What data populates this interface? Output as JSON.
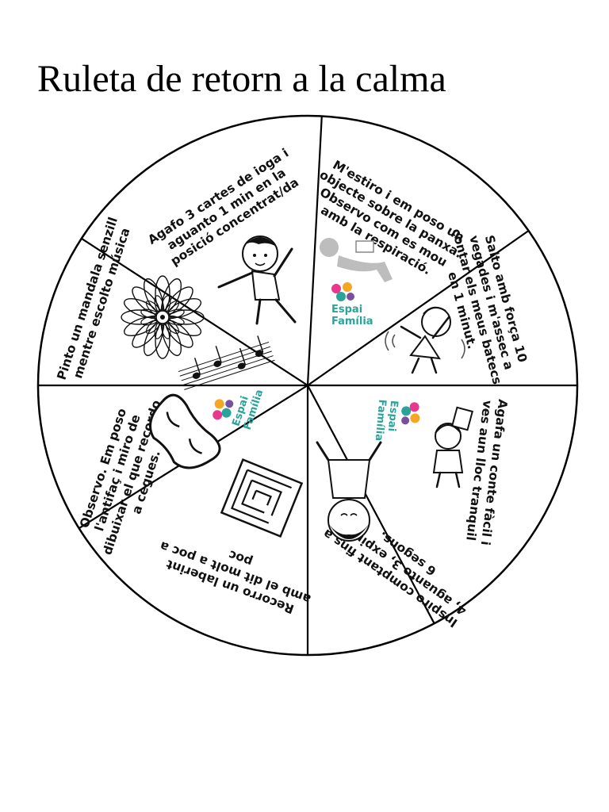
{
  "title": "Ruleta de retorn a la calma",
  "brand": {
    "line1": "Espai",
    "line2": "Família",
    "colors": [
      "#e8378c",
      "#f5a623",
      "#2aa39a",
      "#7b4fa0"
    ]
  },
  "segments": [
    {
      "id": "yoga",
      "icon": "yoga-child-icon",
      "lines": [
        "Agafo 3 cartes de ioga i",
        "aguanto 1 min en la",
        "posició concentrat/da"
      ]
    },
    {
      "id": "breathing",
      "icon": "lying-person-icon",
      "lines": [
        "M'estiro i em poso un",
        "objecte sobre la panxa.",
        "Observo com es mou",
        "amb la respiració."
      ]
    },
    {
      "id": "jump",
      "icon": "jumping-child-icon",
      "lines": [
        "Salto amb força 10",
        "vegades i m'assec a",
        "contar els meus batecs",
        "en 1 minut."
      ]
    },
    {
      "id": "story",
      "icon": "reading-child-icon",
      "lines": [
        "Agafa un conte fàcil i",
        "ves aun lloc tranquil"
      ]
    },
    {
      "id": "counting",
      "icon": "child-face-icon",
      "lines": [
        "Inspiro comptant fins a",
        "4, aguanto 3, expiro en",
        "6 segons."
      ]
    },
    {
      "id": "maze",
      "icon": "maze-icon",
      "lines": [
        "Recorro un laberint",
        "amb el dit molt a poc a",
        "poc"
      ]
    },
    {
      "id": "mask",
      "icon": "sleep-mask-icon",
      "lines": [
        "Observo. Em poso",
        "l'antifaç i miro de",
        "dibuixar el que recordo",
        "a cegues."
      ]
    },
    {
      "id": "mandala",
      "icon": "mandala-icon",
      "lines": [
        "Pinto un mandala senzill",
        "mentre escolto música"
      ]
    }
  ]
}
